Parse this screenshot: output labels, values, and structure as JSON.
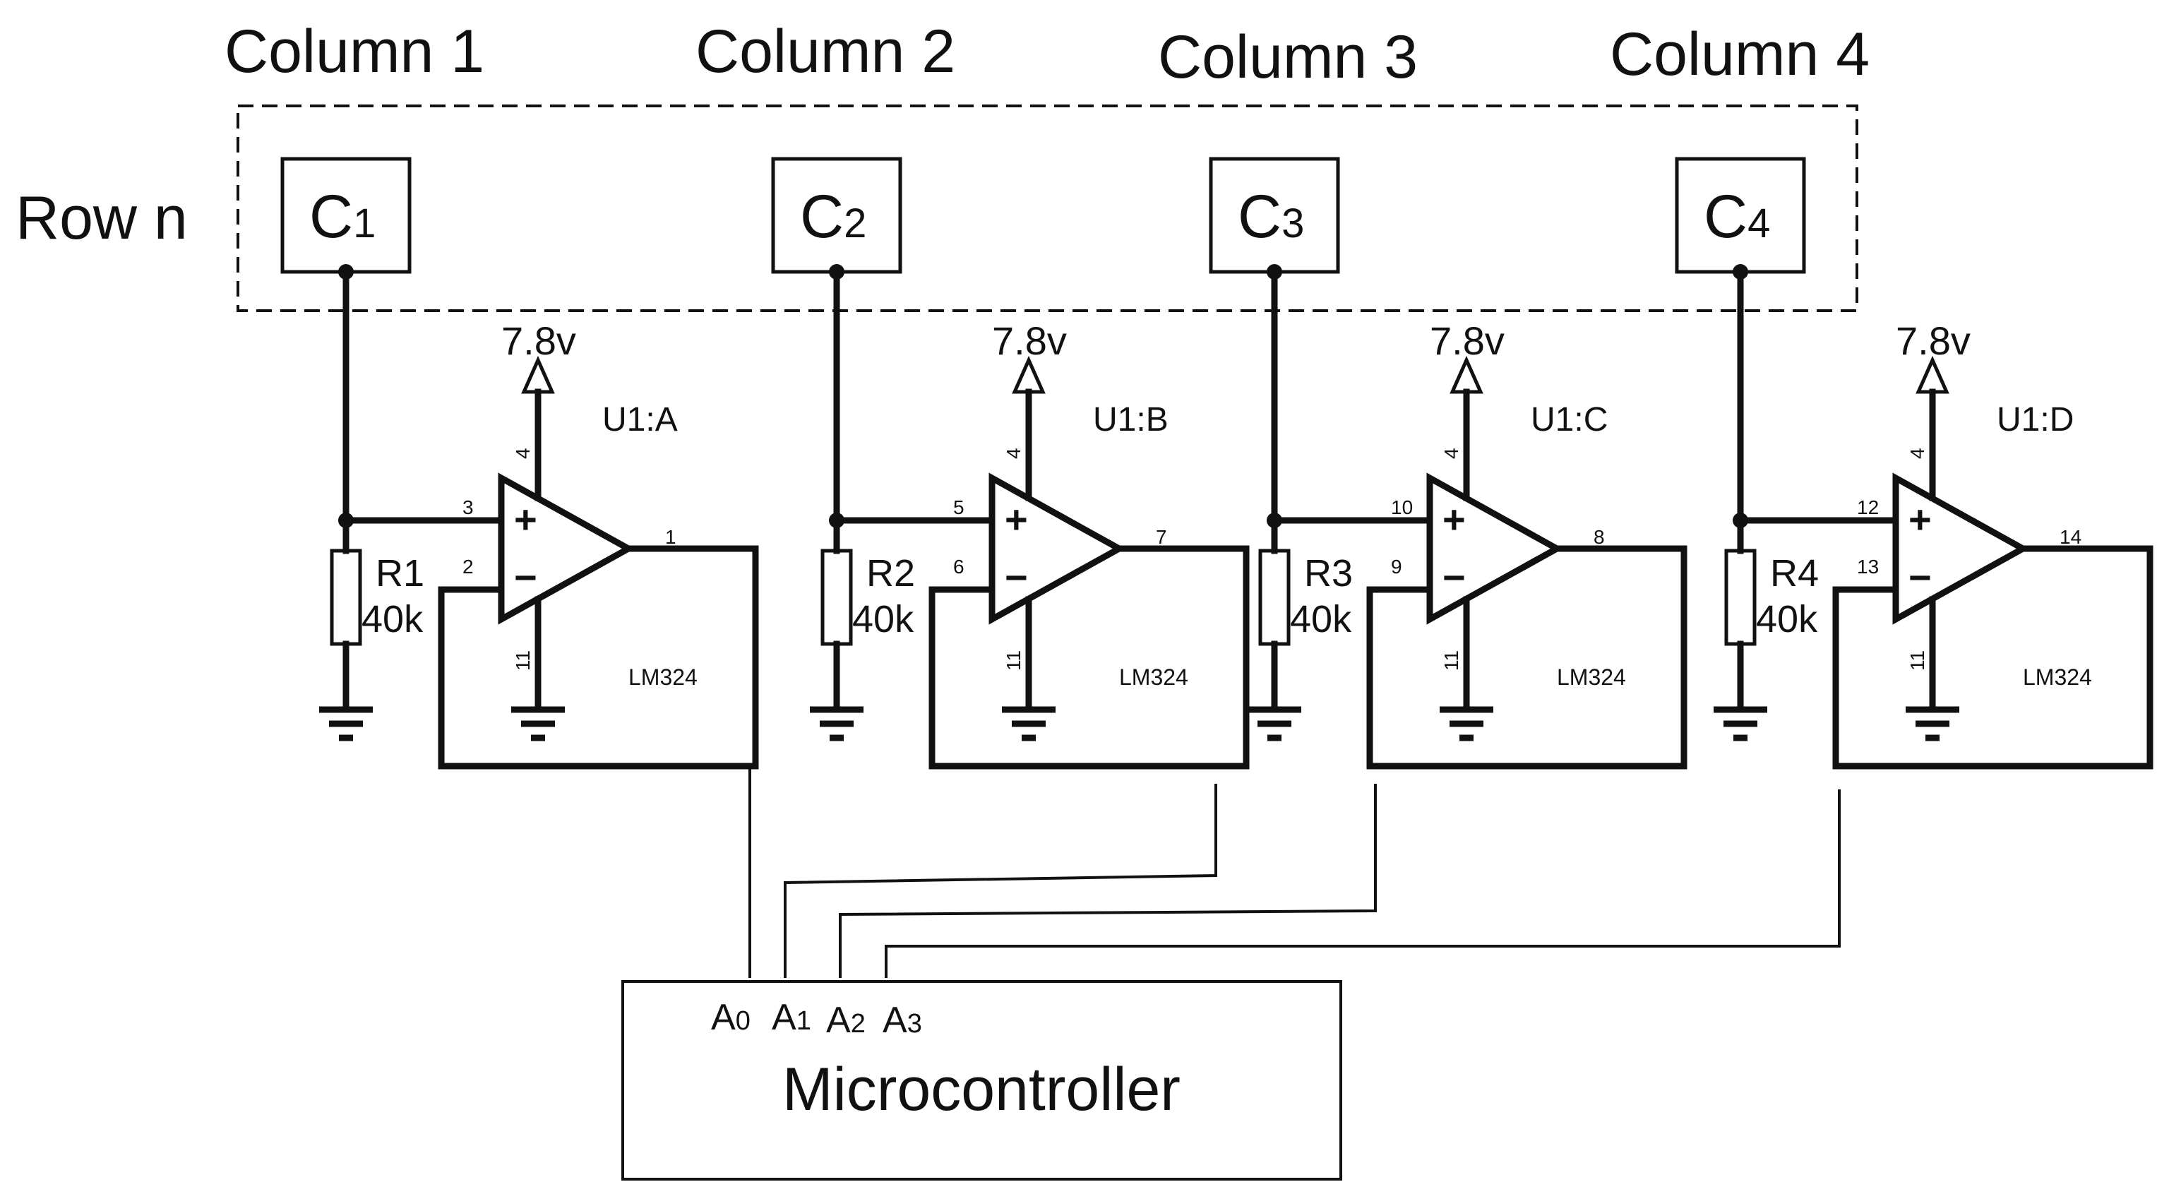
{
  "columns": [
    "Column 1",
    "Column 2",
    "Column 3",
    "Column 4"
  ],
  "row_label": "Row n",
  "channels": [
    {
      "cap": "C",
      "cap_sub": "1",
      "supply": "7.8v",
      "unit": "U1:A",
      "pin_plus": "3",
      "pin_minus": "2",
      "pin_out": "1",
      "pin_vcc": "4",
      "pin_gnd": "11",
      "res_name": "R1",
      "res_value": "40k",
      "chip": "LM324"
    },
    {
      "cap": "C",
      "cap_sub": "2",
      "supply": "7.8v",
      "unit": "U1:B",
      "pin_plus": "5",
      "pin_minus": "6",
      "pin_out": "7",
      "pin_vcc": "4",
      "pin_gnd": "11",
      "res_name": "R2",
      "res_value": "40k",
      "chip": "LM324"
    },
    {
      "cap": "C",
      "cap_sub": "3",
      "supply": "7.8v",
      "unit": "U1:C",
      "pin_plus": "10",
      "pin_minus": "9",
      "pin_out": "8",
      "pin_vcc": "4",
      "pin_gnd": "11",
      "res_name": "R3",
      "res_value": "40k",
      "chip": "LM324"
    },
    {
      "cap": "C",
      "cap_sub": "4",
      "supply": "7.8v",
      "unit": "U1:D",
      "pin_plus": "12",
      "pin_minus": "13",
      "pin_out": "14",
      "pin_vcc": "4",
      "pin_gnd": "11",
      "res_name": "R4",
      "res_value": "40k",
      "chip": "LM324"
    }
  ],
  "opamp_plus": "+",
  "opamp_minus": "−",
  "mcu": {
    "label": "Microcontroller",
    "inputs": [
      {
        "main": "A",
        "sub": "0"
      },
      {
        "main": "A",
        "sub": "1"
      },
      {
        "main": "A",
        "sub": "2"
      },
      {
        "main": "A",
        "sub": "3"
      }
    ]
  }
}
